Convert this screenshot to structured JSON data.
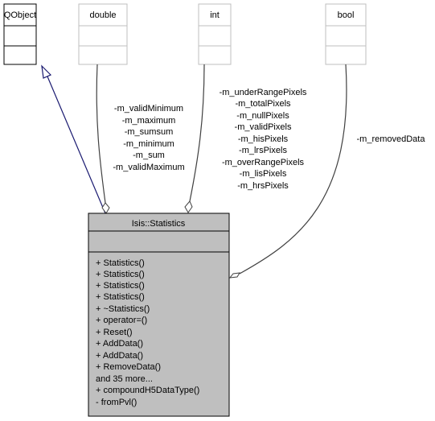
{
  "classes": {
    "qobject": {
      "name": "QObject"
    },
    "double": {
      "name": "double"
    },
    "int": {
      "name": "int"
    },
    "bool": {
      "name": "bool"
    },
    "statistics": {
      "name": "Isis::Statistics",
      "methods": [
        "+ Statistics()",
        "+ Statistics()",
        "+ Statistics()",
        "+ Statistics()",
        "+ ~Statistics()",
        "+ operator=()",
        "+ Reset()",
        "+ AddData()",
        "+ AddData()",
        "+ RemoveData()",
        "and 35 more...",
        "+ compoundH5DataType()",
        "- fromPvl()"
      ]
    }
  },
  "edges": {
    "double_labels": [
      "-m_validMinimum",
      "-m_maximum",
      "-m_sumsum",
      "-m_minimum",
      "-m_sum",
      "-m_validMaximum"
    ],
    "int_labels": [
      "-m_underRangePixels",
      "-m_totalPixels",
      "-m_nullPixels",
      "-m_validPixels",
      "-m_hisPixels",
      "-m_lrsPixels",
      "-m_overRangePixels",
      "-m_lisPixels",
      "-m_hrsPixels"
    ],
    "bool_labels": [
      "-m_removedData"
    ]
  },
  "colors": {
    "inheritance_edge": "#191970",
    "association_edge": "#404040",
    "focus_fill": "#bfbfbf",
    "dim_border": "#bfbfbf"
  }
}
